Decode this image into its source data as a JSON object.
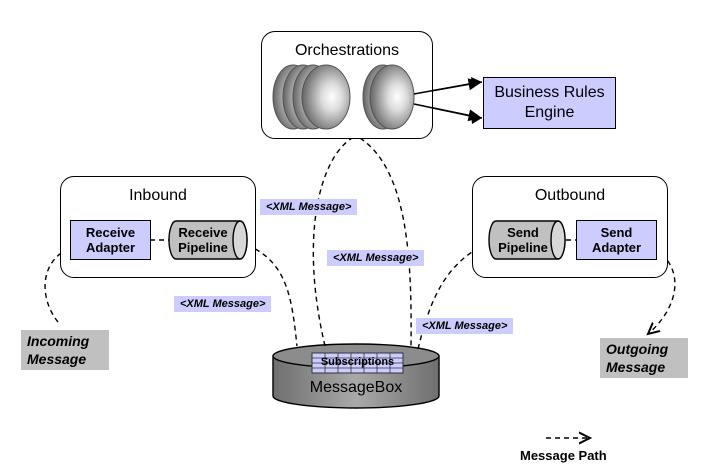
{
  "orchestrations": {
    "title": "Orchestrations"
  },
  "rules_engine": {
    "line1": "Business Rules",
    "line2": "Engine"
  },
  "inbound": {
    "title": "Inbound",
    "receive_adapter": {
      "line1": "Receive",
      "line2": "Adapter"
    },
    "receive_pipeline": {
      "line1": "Receive",
      "line2": "Pipeline"
    }
  },
  "outbound": {
    "title": "Outbound",
    "send_pipeline": {
      "line1": "Send",
      "line2": "Pipeline"
    },
    "send_adapter": {
      "line1": "Send",
      "line2": "Adapter"
    }
  },
  "messagebox": {
    "label": "MessageBox",
    "subscriptions": "Subscriptions"
  },
  "messages": {
    "xml1": "<XML Message>",
    "xml2": "<XML Message>",
    "xml3": "<XML Message>",
    "xml4": "<XML Message>"
  },
  "incoming": {
    "line1": "Incoming",
    "line2": "Message"
  },
  "outgoing": {
    "line1": "Outgoing",
    "line2": "Message"
  },
  "legend": {
    "label": "Message Path"
  },
  "colors": {
    "accent_fill": "#ccccff",
    "message_fill": "#c0c0c0",
    "db_fill": "#808080"
  }
}
